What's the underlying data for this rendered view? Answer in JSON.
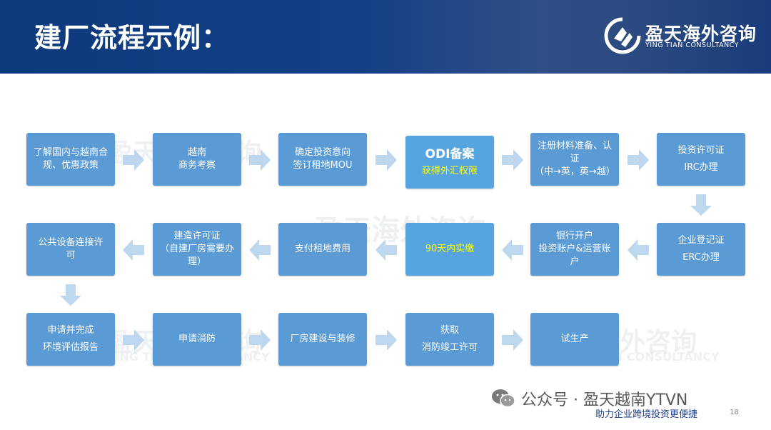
{
  "slide": {
    "title": "建厂流程示例：",
    "page_number": "18"
  },
  "logo": {
    "name": "盈天海外咨询",
    "subtitle": "YING TIAN CONSULTANCY"
  },
  "watermark": {
    "name": "盈天海外咨询",
    "subtitle": "YING TIAN CONSULTANCY"
  },
  "footer": {
    "brand": "公众号 · 盈天越南YTVN",
    "slogan": "助力企业跨境投资更便捷"
  },
  "colors": {
    "header_bg": "#143f86",
    "box_fill": "#5b9bd5",
    "highlight_box_fill": "#57a5e0",
    "arrow_fill": "#bdd7ee",
    "highlight_text": "#ffff00",
    "slogan_text": "#1f3e8c"
  },
  "steps": {
    "row1": [
      {
        "lines": [
          "了解国内与越南合",
          "规、优惠政策"
        ]
      },
      {
        "lines": [
          "越南",
          "商务考察"
        ]
      },
      {
        "lines": [
          "确定投资意向",
          "签订租地MOU"
        ]
      },
      {
        "title": "ODI备案",
        "note": "获得外汇权限"
      },
      {
        "lines": [
          "注册材料准备、认",
          "证",
          "（中→英，英→越）"
        ]
      },
      {
        "lines": [
          "投资许可证",
          "IRC办理"
        ]
      }
    ],
    "row2": [
      {
        "lines": [
          "公共设备连接许",
          "可"
        ]
      },
      {
        "lines": [
          "建造许可证",
          "（自建厂房需要办",
          "理）"
        ]
      },
      {
        "lines": [
          "支付租地费用"
        ]
      },
      {
        "note": "90天内实缴"
      },
      {
        "lines": [
          "银行开户",
          "投资账户&运营账",
          "户"
        ]
      },
      {
        "lines": [
          "企业登记证",
          "ERC办理"
        ]
      }
    ],
    "row3": [
      {
        "lines": [
          "申请并完成",
          "环境评估报告"
        ]
      },
      {
        "lines": [
          "申请消防"
        ]
      },
      {
        "lines": [
          "厂房建设与装修"
        ]
      },
      {
        "lines": [
          "获取",
          "消防竣工许可"
        ]
      },
      {
        "lines": [
          "试生产"
        ]
      }
    ]
  }
}
